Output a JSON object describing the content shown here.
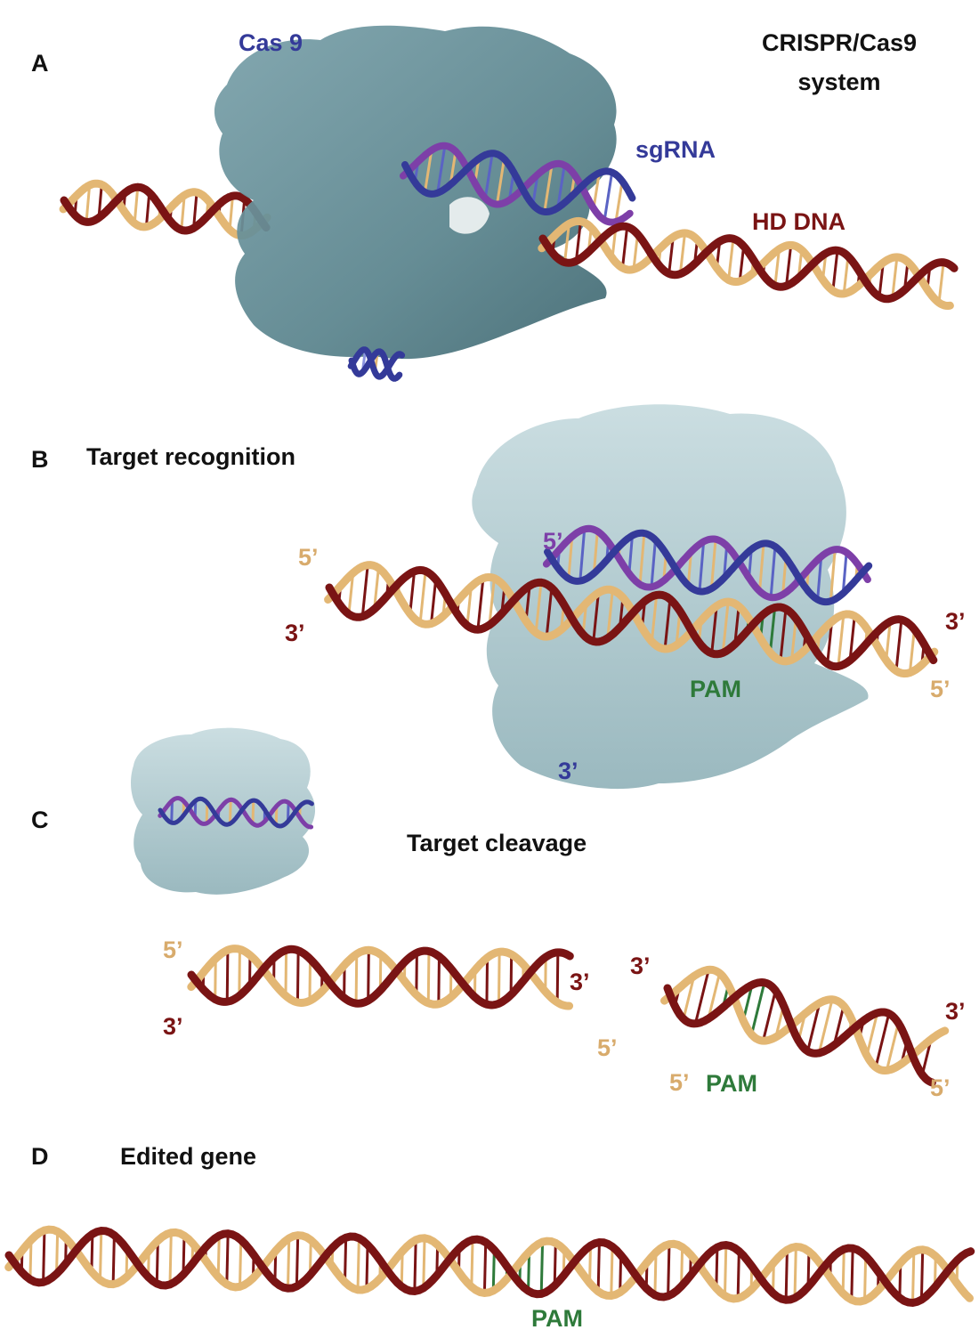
{
  "colors": {
    "protein": "#557f88",
    "protein_light": "#9fbfc6",
    "dna_dark": "#7a1414",
    "dna_light": "#e3b774",
    "rna": "#343a99",
    "guide": "#7d3fa8",
    "pam": "#2e7a3a",
    "text": "#111111"
  },
  "panel_a": {
    "letter": "A",
    "cas9_label": "Cas 9",
    "system_title_1": "CRISPR/Cas9",
    "system_title_2": "system",
    "sgrna_label": "sgRNA",
    "dna_label": "HD DNA"
  },
  "panel_b": {
    "letter": "B",
    "title": "Target recognition",
    "end_5_guide": "5’",
    "end_5_left": "5’",
    "end_3_left": "3’",
    "end_3_right": "3’",
    "end_5_right": "5’",
    "end_3_rna": "3’",
    "pam_label": "PAM"
  },
  "panel_c": {
    "letter": "C",
    "title": "Target cleavage",
    "left_5_top": "5’",
    "left_3_bottom": "3’",
    "left_3_right": "3’",
    "left_5_right": "5’",
    "right_3_top": "3’",
    "right_3_right": "3’",
    "right_5_bottom_left": "5’",
    "right_5_bottom_right": "5’",
    "pam_label": "PAM"
  },
  "panel_d": {
    "letter": "D",
    "title": "Edited gene",
    "pam_label": "PAM"
  }
}
